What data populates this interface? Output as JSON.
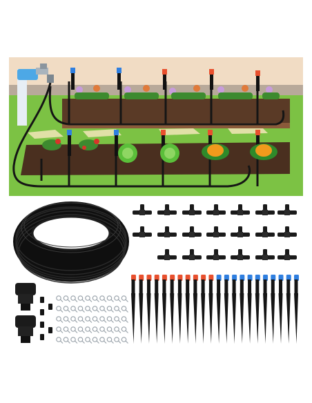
{
  "product": {
    "type": "drip irrigation kit product photo",
    "background_color": "#ffffff",
    "accent_colors": {
      "blue_cap": "#2f7fe0",
      "red_cap": "#e8502e",
      "grass": "#7cc244",
      "soil": "#5a3a26",
      "tube": "#151515"
    }
  },
  "scene": {
    "icons": [
      "faucet-icon",
      "raised-bed-icon",
      "dripper-icon",
      "pumpkin-icon",
      "cabbage-icon",
      "tomato-plant-icon",
      "flower-icon"
    ]
  },
  "components": {
    "tube_coil": "tubing-coil-icon",
    "connectors": "tee-connector-icon",
    "stakes": {
      "red_count": 11,
      "blue_count": 11
    },
    "clips_count": 50,
    "adapters": 2,
    "plugs": 6
  }
}
